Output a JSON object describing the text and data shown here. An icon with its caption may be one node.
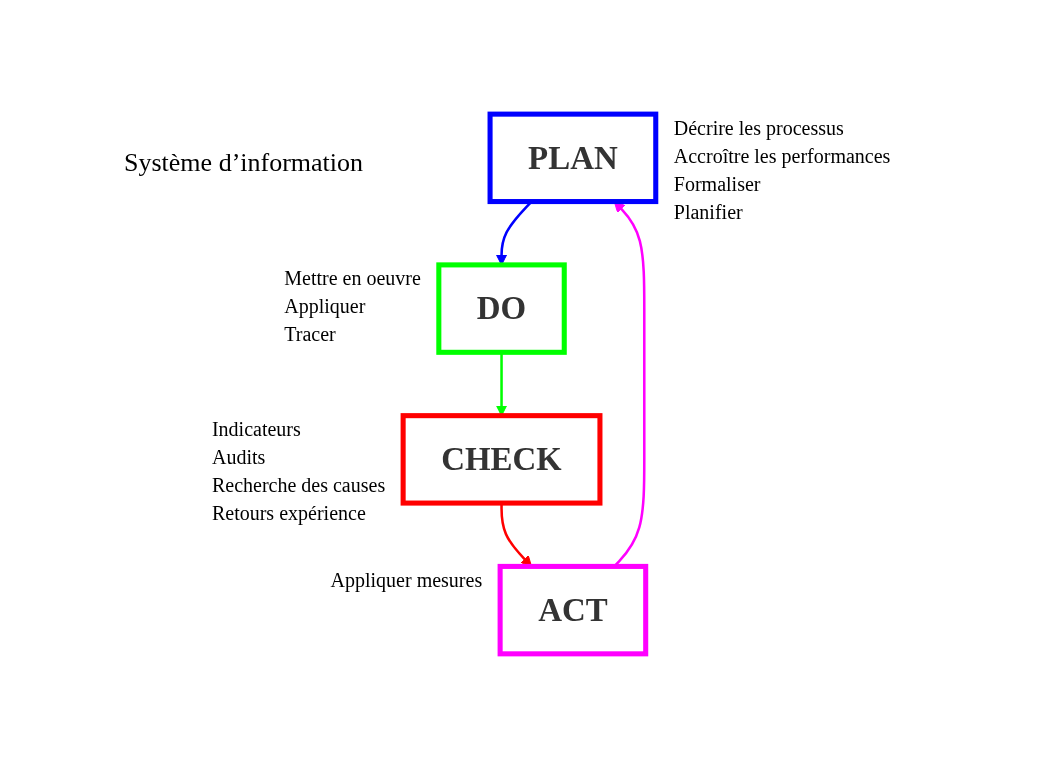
{
  "diagram": {
    "nodes": [
      {
        "text": [
          "PLAN"
        ],
        "beside": [
          "Décrire les processus",
          "Accroître les performances",
          "Formaliser",
          "Planifier"
        ]
      },
      {
        "text": [
          "DO"
        ],
        "beside": [
          "Mettre en oeuvre",
          "Appliquer",
          "Tracer"
        ]
      },
      {
        "text": [
          "CHECK"
        ],
        "beside": [
          "Indicateurs",
          "Audits",
          "Recherche des causes",
          "Retours expérience"
        ]
      },
      {
        "text": [
          "ACT"
        ],
        "beside": [
          "Appliquer mesures"
        ]
      }
    ],
    "edges": [
      {
        "from": 0,
        "to": 1,
        "arrow": "to",
        "color": "#0000ff"
      },
      {
        "from": 1,
        "to": 2,
        "arrow": "to",
        "color": "#00ff00"
      },
      {
        "from": 2,
        "to": 3,
        "arrow": "to",
        "color": "#ff0000"
      },
      {
        "from": 3,
        "to": 0,
        "arrow": "to",
        "color": "#ff00ff"
      }
    ],
    "labels": [
      "Système d’information"
    ]
  }
}
